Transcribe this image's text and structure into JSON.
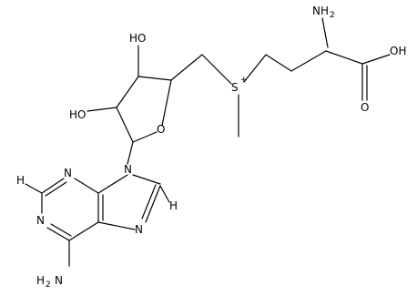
{
  "atoms": {
    "nh2_top": "NH",
    "nh2_top_sub": "2",
    "oh_acid": "OH",
    "o_acid": "O",
    "s_label": "S",
    "s_charge": "+",
    "ho_top": "HO",
    "ho_left": "HO",
    "o_ring": "O",
    "n9": "N",
    "n3": "N",
    "n1": "N",
    "n7": "N",
    "h8": "H",
    "h2": "H",
    "h2n_bottom": "H",
    "h2n_bottom_sub": "2",
    "h2n_bottom_n": "N"
  }
}
